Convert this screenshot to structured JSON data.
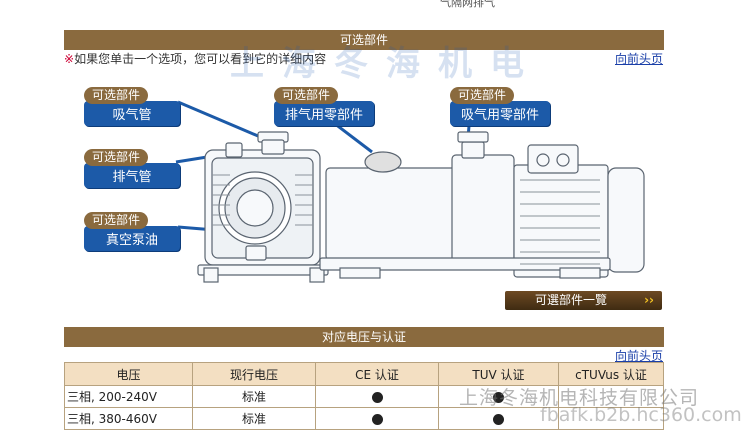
{
  "top_cut_text": "气隔网排气",
  "section1": {
    "title": "可选部件",
    "note_mark": "※",
    "note": "如果您单击一个选项，您可以看到它的详细内容",
    "back_link": "向前头页"
  },
  "callouts": {
    "tag": "可选部件",
    "intake": "吸气管",
    "exhaust": "排气管",
    "oil": "真空泵油",
    "exhaust_parts": "排气用零部件",
    "intake_parts": "吸气用零部件"
  },
  "parts_button": {
    "label": "可選部件一覽",
    "arrow": "››"
  },
  "section2": {
    "title": "对应电压与认证",
    "back_link": "向前头页"
  },
  "table": {
    "headers": [
      "电压",
      "现行电压",
      "CE 认证",
      "TUV 认证",
      "cTUVus 认证"
    ],
    "rows": [
      {
        "voltage": "三相, 200-240V",
        "current": "标准"
      },
      {
        "voltage": "三相, 380-460V",
        "current": "标准"
      }
    ]
  },
  "watermark": {
    "company": "上海冬海机电科技有限公司",
    "url": "fbafk.b2b.hc360.com",
    "top": "上海冬海机电"
  },
  "colors": {
    "bar": "#8a6a3e",
    "callout_box": "#1c5aa8",
    "header_bg": "#f3dfc2",
    "link": "#1a3fa8"
  }
}
